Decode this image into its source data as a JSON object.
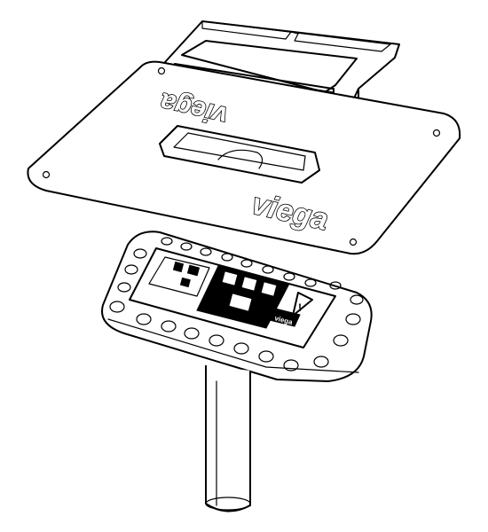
{
  "drawing": {
    "brand_upper": "viega",
    "brand_lower": "viega",
    "label_brand": "viega",
    "warning_symbol": "!"
  },
  "colors": {
    "line": "#000000",
    "fill": "#ffffff"
  }
}
